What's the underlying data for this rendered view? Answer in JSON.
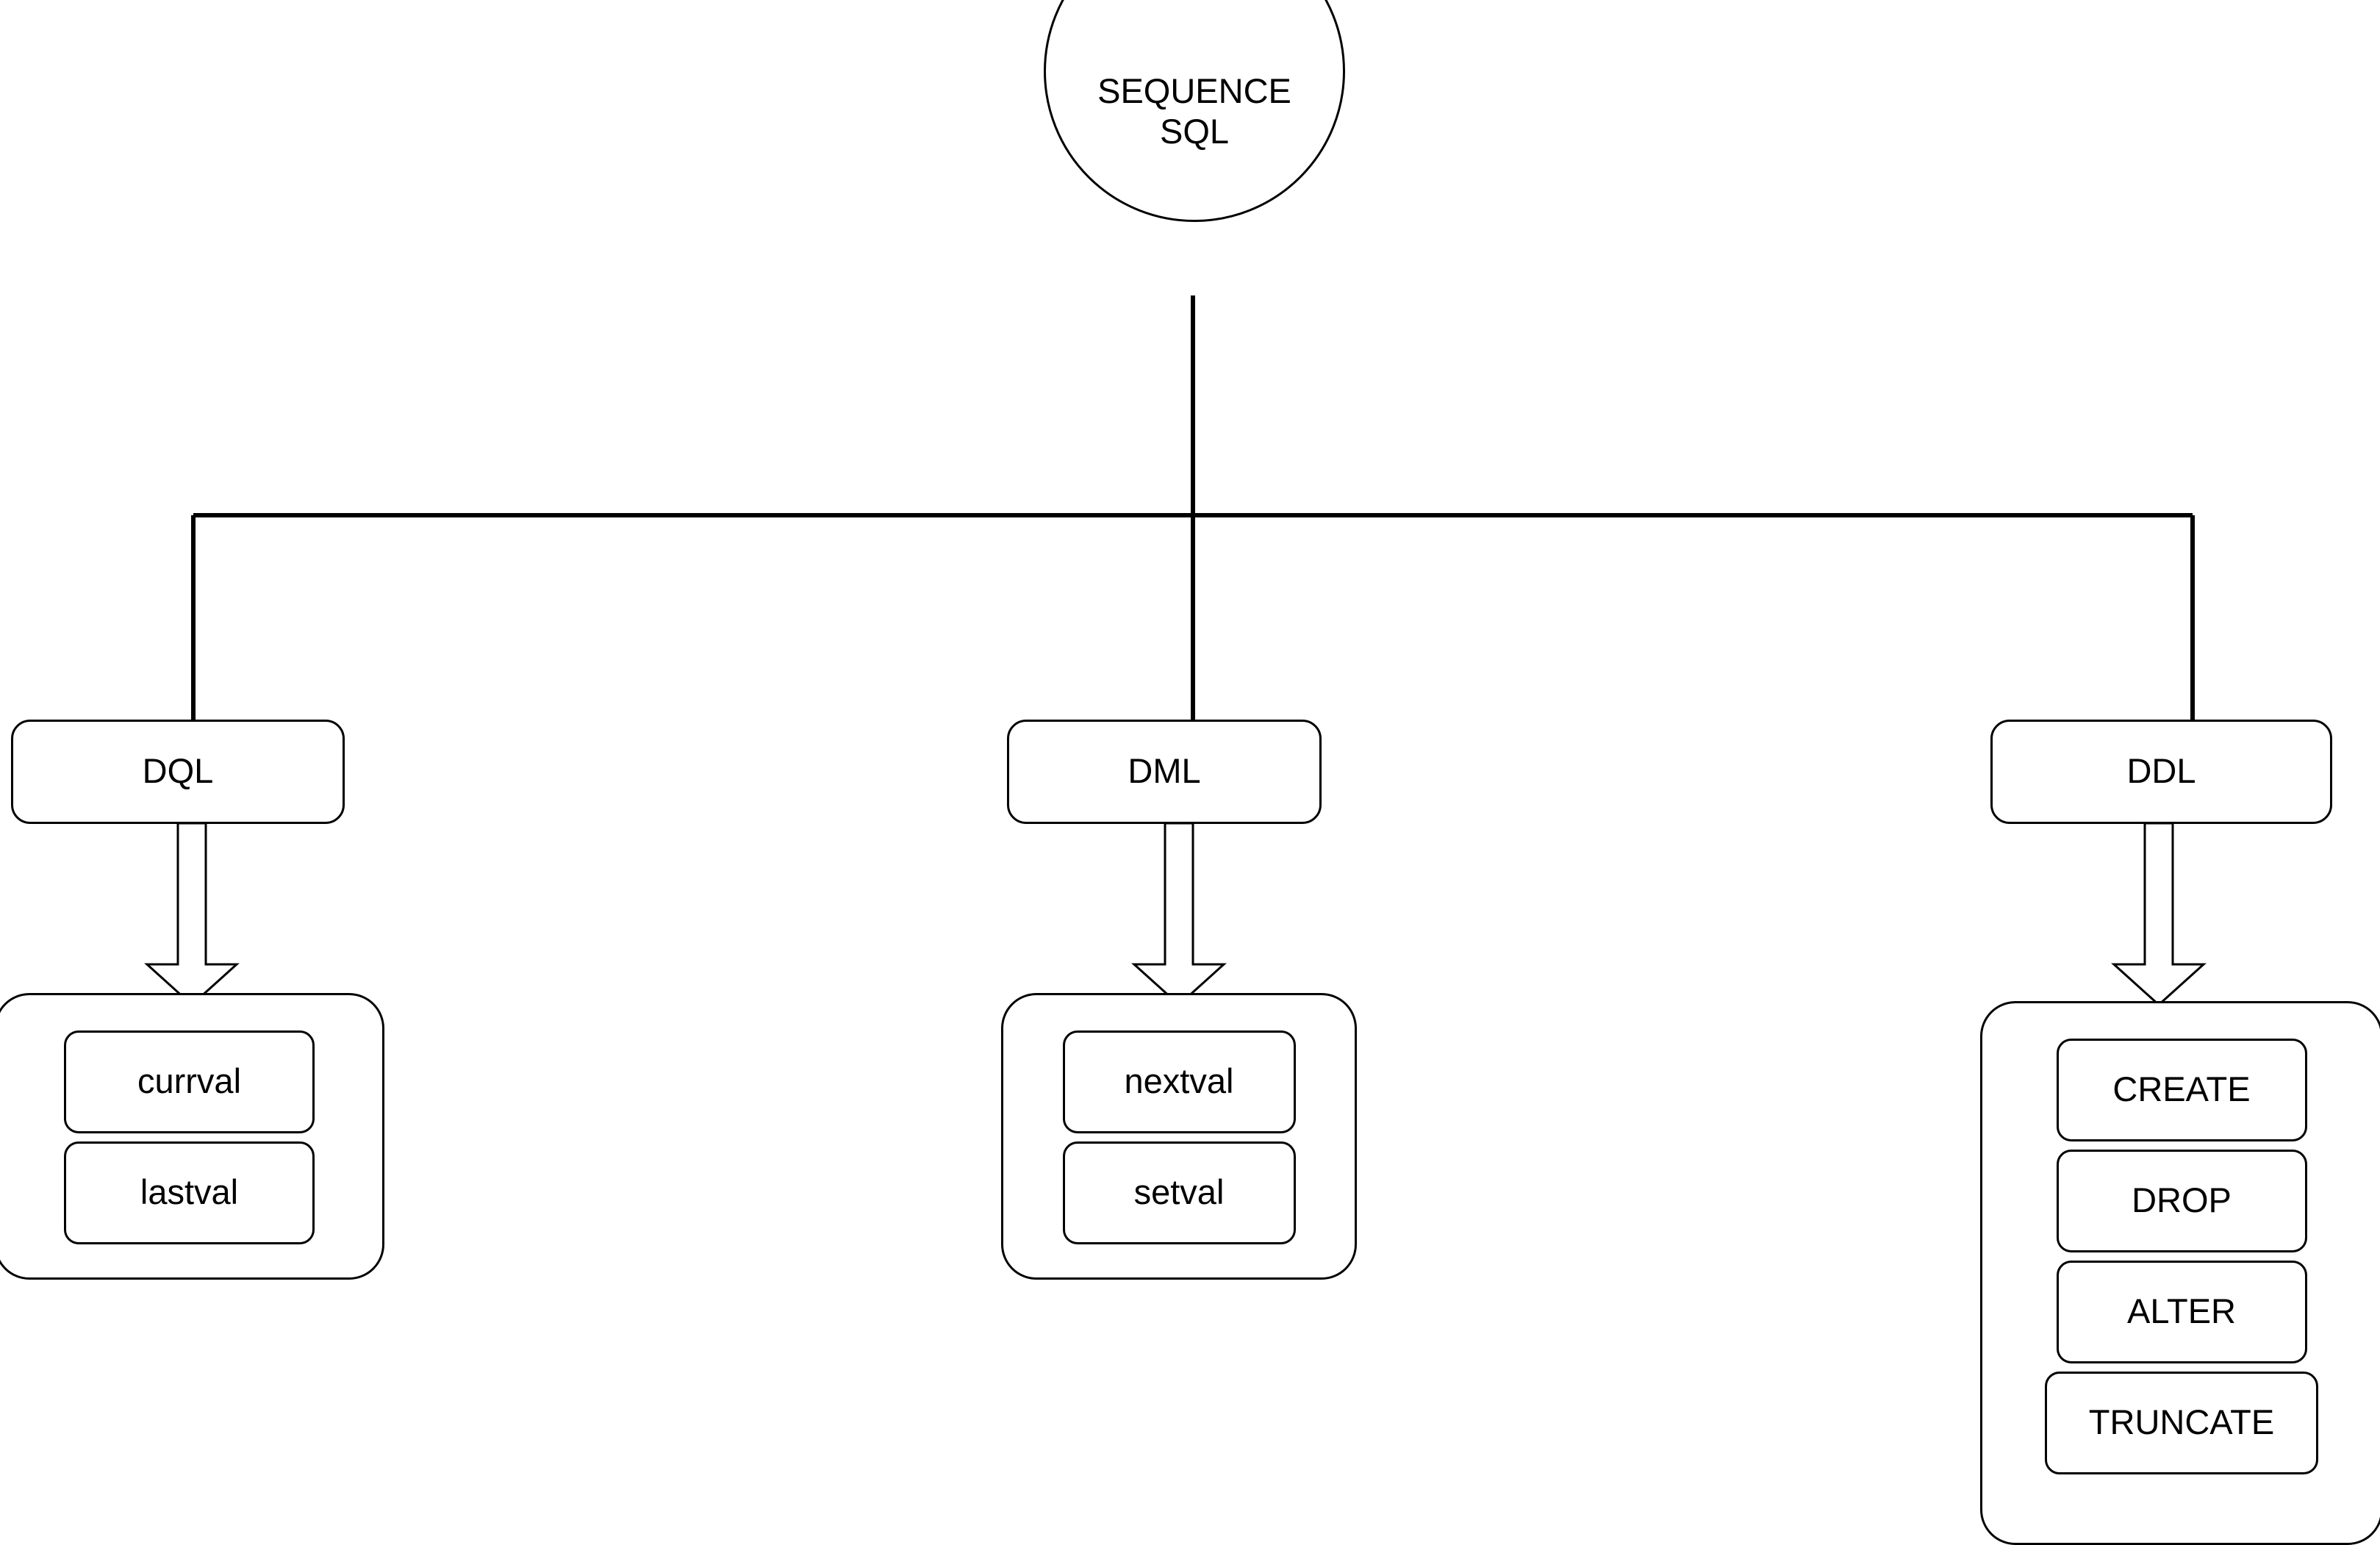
{
  "diagram": {
    "title_node": {
      "label": "SEQUENCE\nSQL",
      "line1": "SEQUENCE",
      "line2": "SQL",
      "shape": "circle"
    },
    "edge_style": {
      "stroke_color": "#000000",
      "tree_connector_width": 5,
      "block_arrow_stroke": 3,
      "fill": "#ffffff"
    },
    "categories": [
      {
        "id": "dql",
        "label": "DQL",
        "arrow": "block-arrow-down-icon",
        "items": [
          {
            "label": "currval"
          },
          {
            "label": "lastval"
          }
        ]
      },
      {
        "id": "dml",
        "label": "DML",
        "arrow": "block-arrow-down-icon",
        "items": [
          {
            "label": "nextval"
          },
          {
            "label": "setval"
          }
        ]
      },
      {
        "id": "ddl",
        "label": "DDL",
        "arrow": "block-arrow-down-icon",
        "items": [
          {
            "label": "CREATE"
          },
          {
            "label": "DROP"
          },
          {
            "label": "ALTER"
          },
          {
            "label": "TRUNCATE"
          }
        ]
      }
    ]
  }
}
